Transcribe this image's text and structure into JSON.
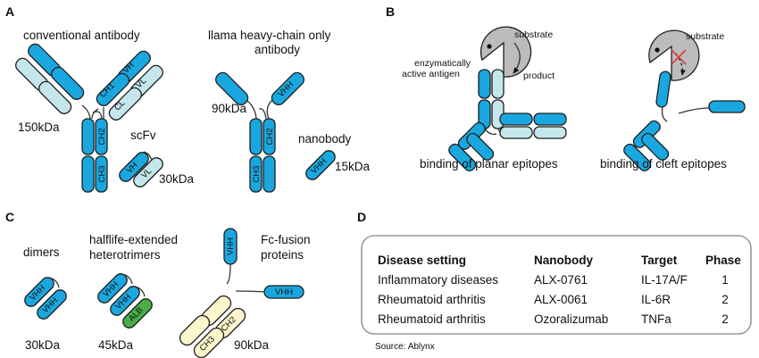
{
  "colors": {
    "heavy": "#1aa7df",
    "light": "#c4e6ec",
    "fc": "#fbf6cc",
    "alb": "#49ae49",
    "outline": "#1e1e1e",
    "enzyme": "#bcbcbc",
    "cross": "#e0393b",
    "table_border": "#9a9a9a"
  },
  "panel_a": {
    "label": "A",
    "conventional": {
      "title": "conventional antibody",
      "mass": "150kDa",
      "domains": [
        "CH1",
        "VH",
        "CL",
        "VL",
        "CH2",
        "CH3"
      ]
    },
    "scfv": {
      "title": "scFv",
      "mass": "30kDa",
      "domains": [
        "VH",
        "VL"
      ]
    },
    "llama": {
      "title_line1": "llama heavy-chain only",
      "title_line2": "antibody",
      "mass": "90kDa",
      "domains": [
        "VHH",
        "CH2",
        "CH3"
      ]
    },
    "nanobody": {
      "title": "nanobody",
      "mass": "15kDa",
      "domain": "VHH"
    }
  },
  "panel_b": {
    "label": "B",
    "antigen_line1": "enzymatically",
    "antigen_line2": "active antigen",
    "substrate": "substrate",
    "product": "product",
    "caption_planar": "binding of planar epitopes",
    "caption_cleft": "binding of cleft epitopes"
  },
  "panel_c": {
    "label": "C",
    "dimers": {
      "title": "dimers",
      "mass": "30kDa",
      "domain": "VHH"
    },
    "trimers": {
      "title_line1": "halflife-extended",
      "title_line2": "heterotrimers",
      "mass": "45kDa",
      "domains": [
        "VHH",
        "VHH",
        "ALB"
      ]
    },
    "fc_fusion": {
      "title_line1": "Fc-fusion",
      "title_line2": "proteins",
      "mass": "90kDa",
      "domains": [
        "VHH",
        "VHH",
        "CH2",
        "CH3"
      ]
    }
  },
  "panel_d": {
    "label": "D",
    "headers": [
      "Disease setting",
      "Nanobody",
      "Target",
      "Phase"
    ],
    "rows": [
      [
        "Inflammatory diseases",
        "ALX-0761",
        "IL-17A/F",
        "1"
      ],
      [
        "Rheumatoid arthritis",
        "ALX-0061",
        "IL-6R",
        "2"
      ],
      [
        "Rheumatoid arthritis",
        "Ozoralizumab",
        "TNFa",
        "2"
      ]
    ],
    "source": "Source: Ablynx"
  }
}
